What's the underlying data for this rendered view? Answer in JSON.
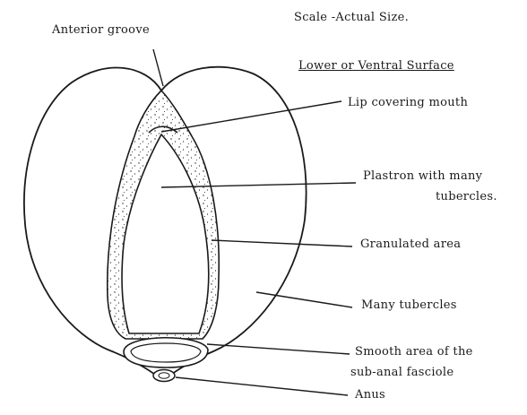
{
  "header": {
    "scale": "Scale -Actual Size.",
    "surface": "Lower or Ventral Surface"
  },
  "labels": {
    "anterior_groove": "Anterior groove",
    "lip": "Lip covering mouth",
    "plastron_line1": "Plastron with many",
    "plastron_line2": "tubercles.",
    "granulated": "Granulated area",
    "many_tubercles": "Many tubercles",
    "smooth_line1": "Smooth area of the",
    "smooth_line2": "sub-anal fasciole",
    "anus": "Anus"
  },
  "colors": {
    "ink": "#1a1a1a",
    "paper": "#ffffff"
  }
}
